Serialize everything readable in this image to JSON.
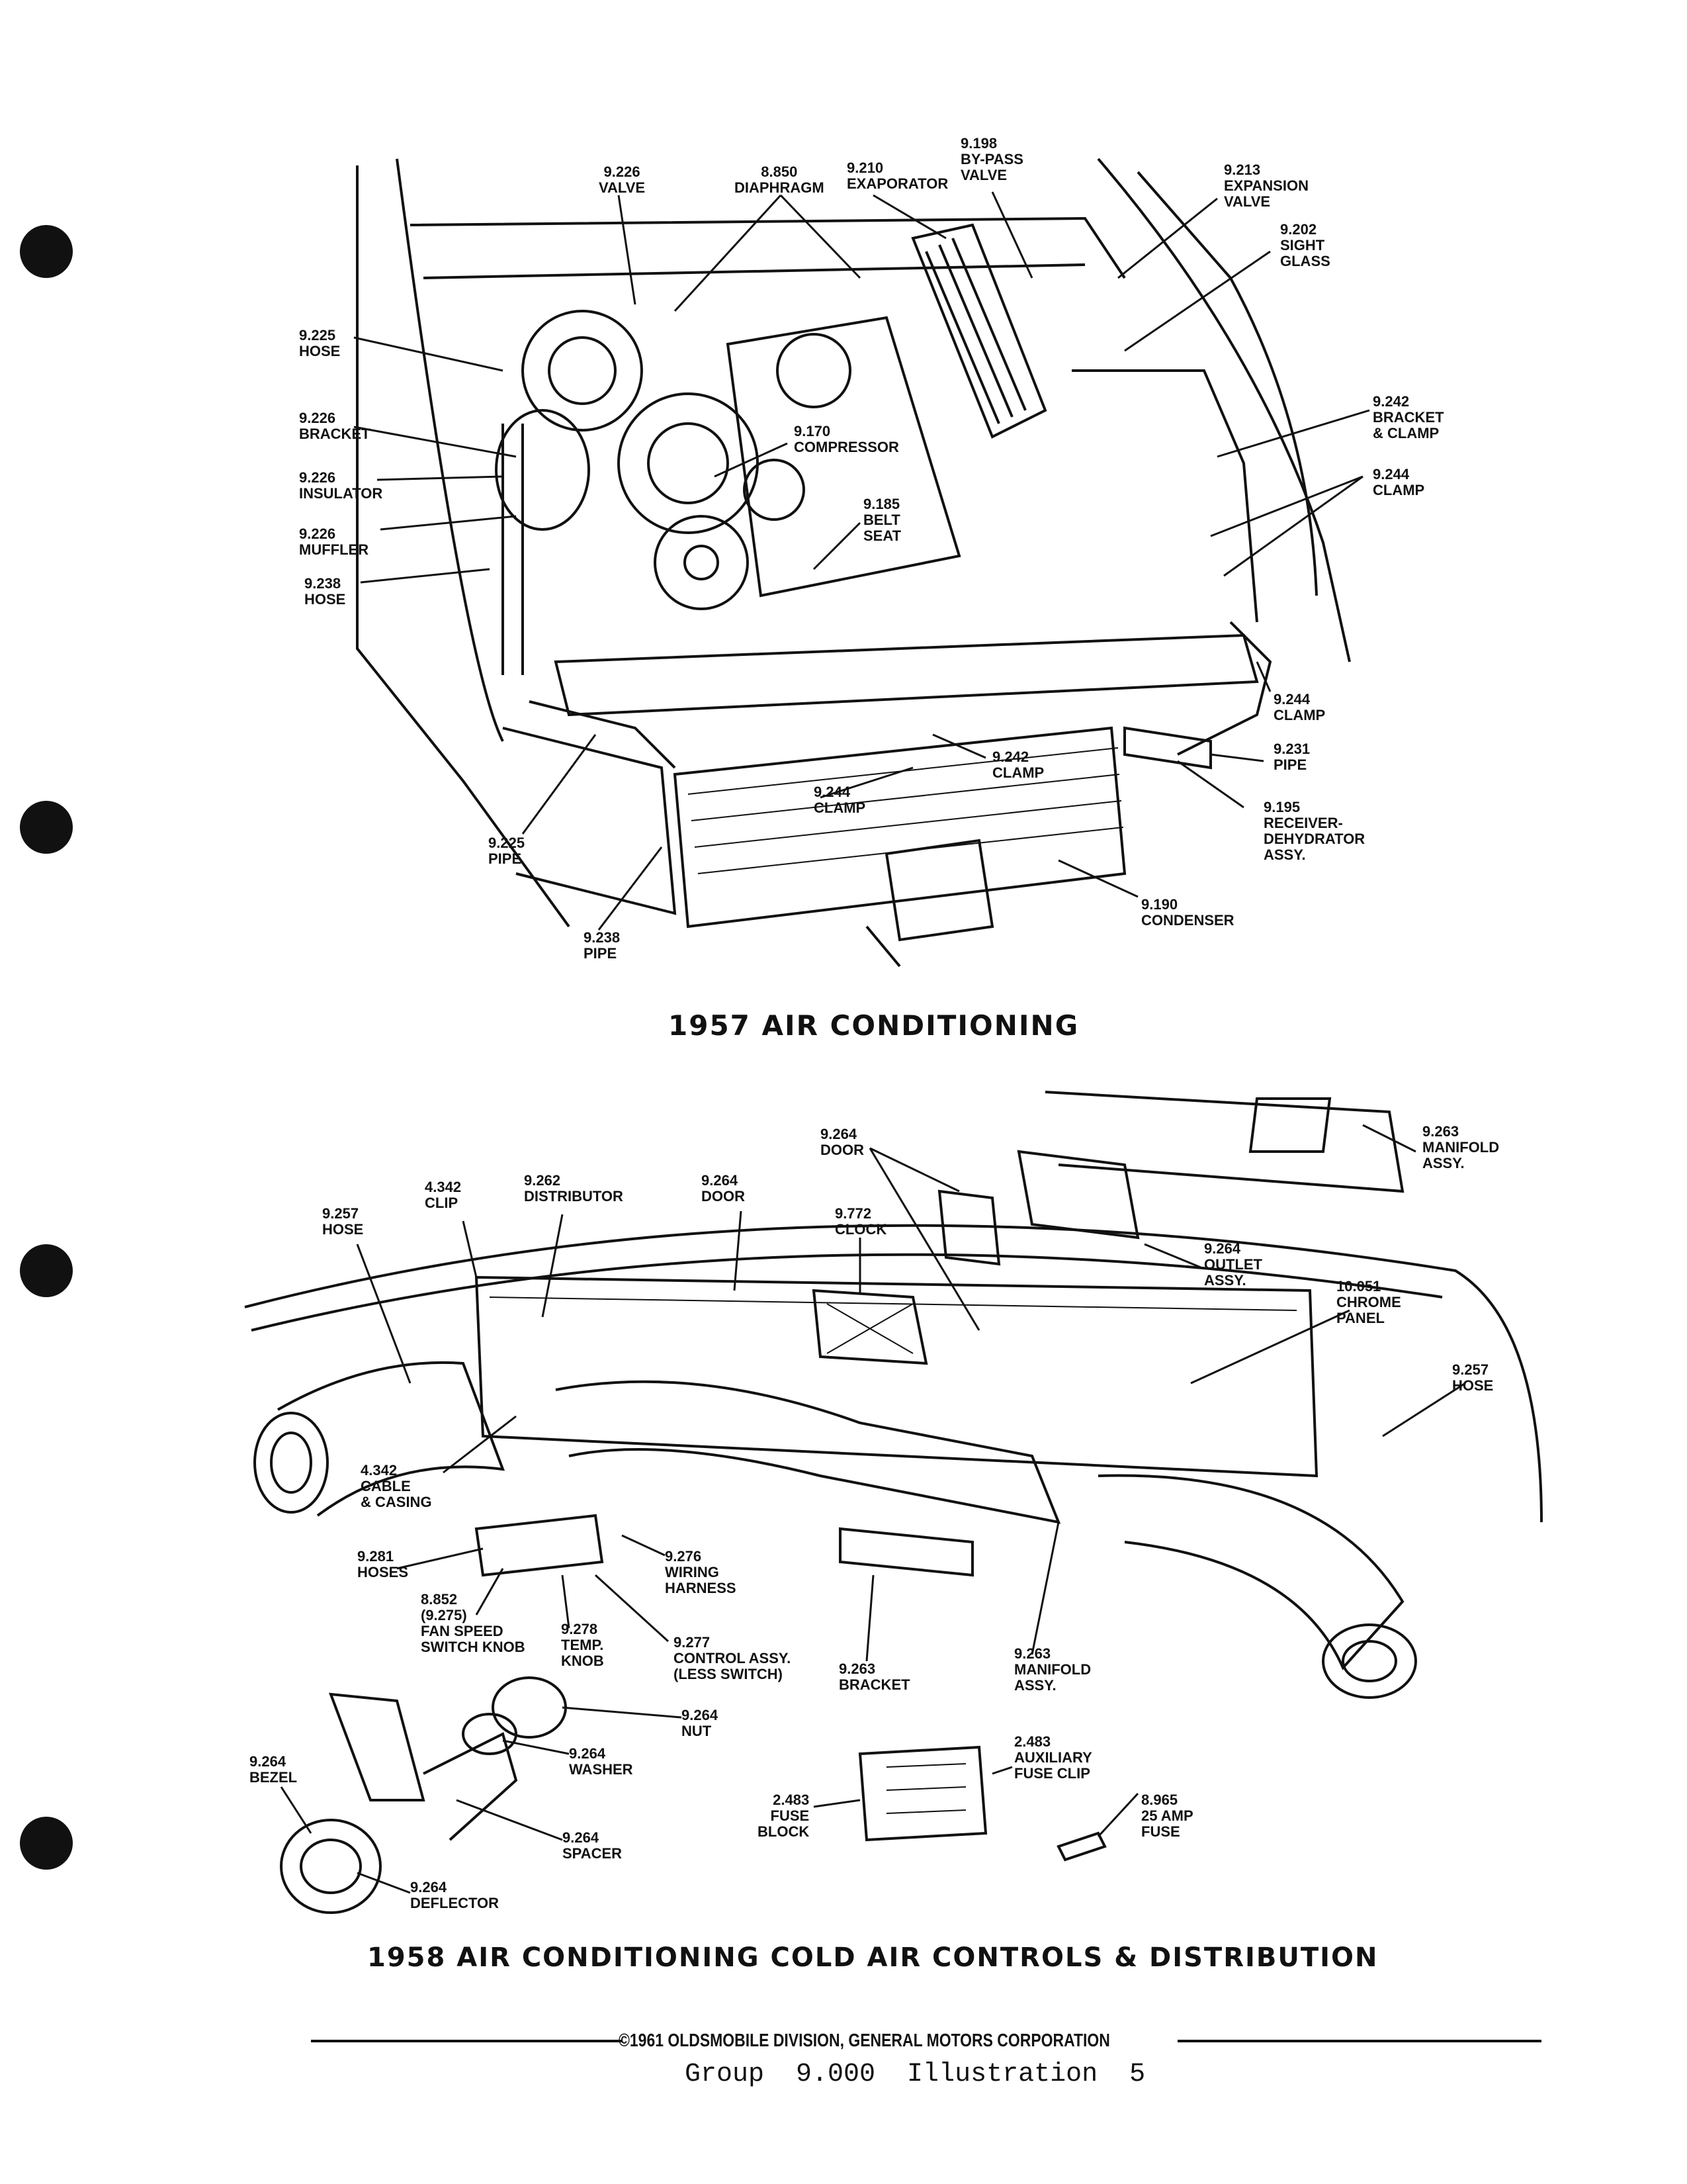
{
  "diagram1": {
    "title": "1957 AIR CONDITIONING",
    "labels": {
      "valve": "9.226\nVALVE",
      "diaphragm": "8.850\nDIAPHRAGM",
      "evaporator": "9.210\nEXAPORATOR",
      "bypass_valve": "9.198\nBY-PASS\nVALVE",
      "expansion_valve": "9.213\nEXPANSION\nVALVE",
      "sight_glass": "9.202\nSIGHT\nGLASS",
      "hose_top": "9.225\nHOSE",
      "bracket": "9.226\nBRACKET",
      "insulator": "9.226\nINSULATOR",
      "muffler": "9.226\nMUFFLER",
      "hose_238": "9.238\nHOSE",
      "compressor": "9.170\nCOMPRESSOR",
      "belt_seat": "9.185\nBELT\nSEAT",
      "bracket_clamp": "9.242\nBRACKET\n& CLAMP",
      "clamp_244_right": "9.244\nCLAMP",
      "clamp_244_lower": "9.244\nCLAMP",
      "pipe_231": "9.231\nPIPE",
      "receiver": "9.195\nRECEIVER-\nDEHYDRATOR\nASSY.",
      "clamp_242": "9.242\nCLAMP",
      "clamp_244_center": "9.244\nCLAMP",
      "pipe_225": "9.225\nPIPE",
      "pipe_238": "9.238\nPIPE",
      "condenser": "9.190\nCONDENSER"
    }
  },
  "diagram2": {
    "title": "1958 AIR CONDITIONING COLD AIR CONTROLS & DISTRIBUTION",
    "labels": {
      "door_top": "9.264\nDOOR",
      "manifold_top": "9.263\nMANIFOLD\nASSY.",
      "clip": "4.342\nCLIP",
      "distributor": "9.262\nDISTRIBUTOR",
      "door_mid": "9.264\nDOOR",
      "clock": "9.772\nCLOCK",
      "hose_left": "9.257\nHOSE",
      "outlet": "9.264\nOUTLET\nASSY.",
      "chrome_panel": "10.051\nCHROME\nPANEL",
      "hose_right": "9.257\nHOSE",
      "cable": "4.342\nCABLE\n& CASING",
      "hoses": "9.281\nHOSES",
      "fan_knob": "8.852\n(9.275)\nFAN SPEED\nSWITCH KNOB",
      "wiring": "9.276\nWIRING\nHARNESS",
      "temp_knob": "9.278\nTEMP.\nKNOB",
      "control": "9.277\nCONTROL ASSY.\n(LESS SWITCH)",
      "bracket": "9.263\nBRACKET",
      "manifold_low": "9.263\nMANIFOLD\nASSY.",
      "nut": "9.264\nNUT",
      "washer": "9.264\nWASHER",
      "bezel": "9.264\nBEZEL",
      "spacer": "9.264\nSPACER",
      "deflector": "9.264\nDEFLECTOR",
      "aux_clip": "2.483\nAUXILIARY\nFUSE CLIP",
      "fuse_block": "2.483\nFUSE\nBLOCK",
      "fuse": "8.965\n25 AMP\nFUSE"
    }
  },
  "footer": {
    "copyright": "©1961 OLDSMOBILE DIVISION, GENERAL MOTORS CORPORATION",
    "group": "Group  9.000  Illustration  5"
  }
}
